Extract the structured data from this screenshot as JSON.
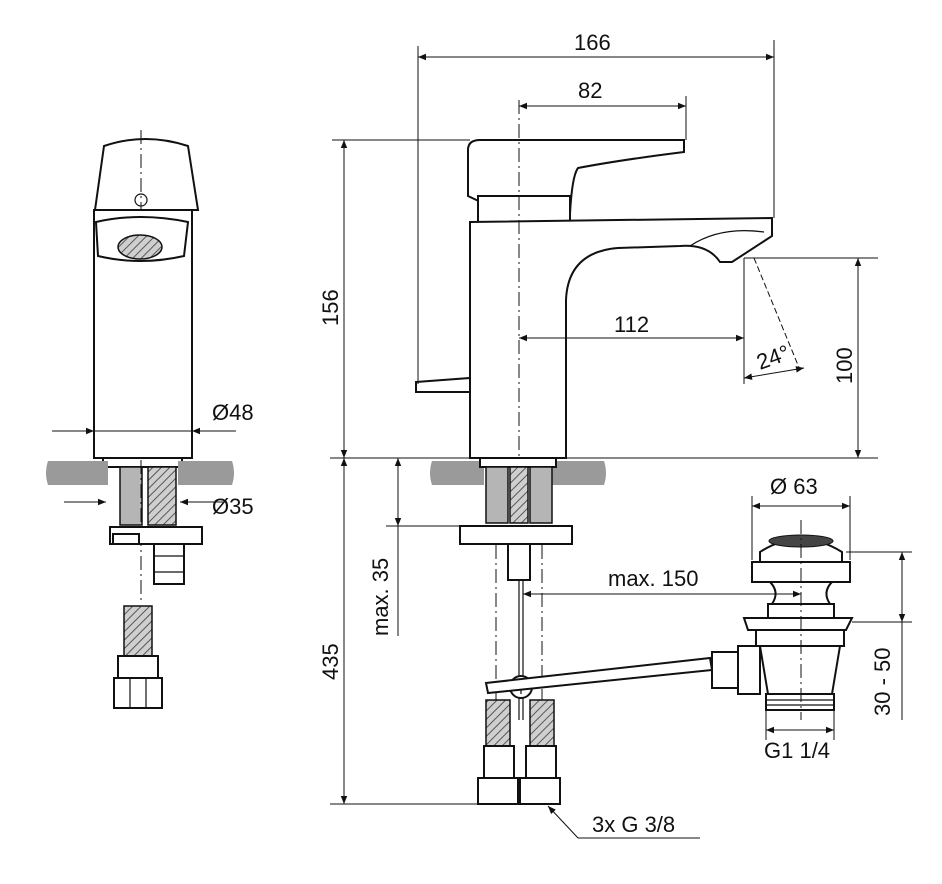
{
  "dimensions": {
    "total_length": "166",
    "lever_length": "82",
    "total_height": "156",
    "spout_reach": "112",
    "spout_height": "100",
    "spray_angle": "24°",
    "body_diameter": "Ø48",
    "hole_diameter": "Ø35",
    "deck_thickness": "max. 35",
    "waste_reach": "max. 150",
    "waste_diameter": "Ø 63",
    "below_deck": "435",
    "waste_range": "30 - 50",
    "waste_thread": "G1 1/4",
    "connections": "3x G 3/8"
  }
}
